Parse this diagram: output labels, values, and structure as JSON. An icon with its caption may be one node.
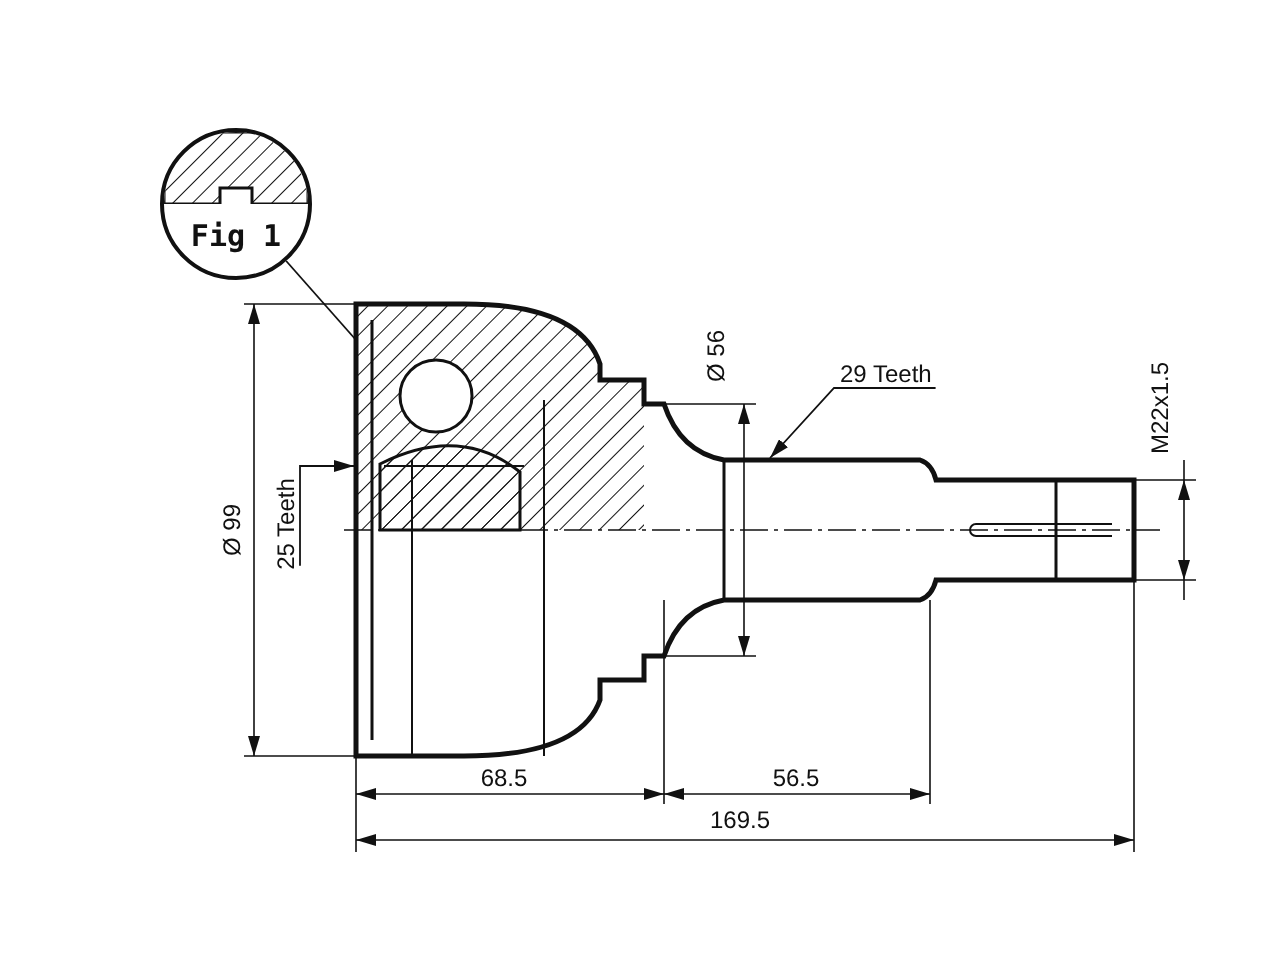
{
  "diagram": {
    "nodes": [
      {
        "text": [
          "Fig 1"
        ]
      },
      {
        "text": [
          "29 Teeth"
        ]
      },
      {
        "text": [
          "25 Teeth"
        ]
      }
    ],
    "edges": [
      {
        "from": 0,
        "to": null,
        "arrow": "none"
      },
      {
        "from": 1,
        "to": null,
        "arrow": "to"
      },
      {
        "from": 2,
        "to": null,
        "arrow": "to"
      }
    ],
    "labels": [
      "Ø 56",
      "M22x1.5",
      "Ø 99",
      "68.5",
      "56.5",
      "169.5"
    ]
  }
}
